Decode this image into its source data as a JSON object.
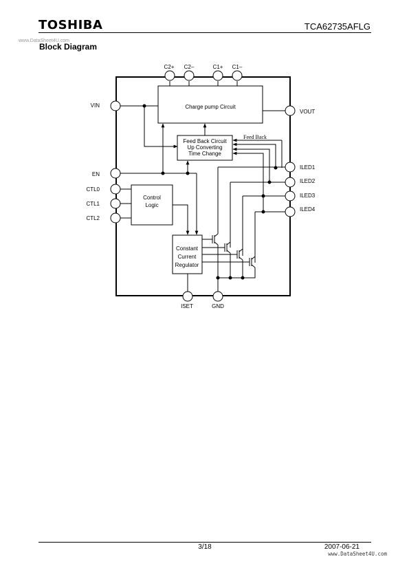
{
  "header": {
    "brand": "TOSHIBA",
    "part_number": "TCA62735AFLG",
    "watermark": "www.DataSheet4U.com"
  },
  "section_title": "Block Diagram",
  "diagram": {
    "blocks": {
      "charge_pump": "Charge pump Circuit",
      "feedback": [
        "Feed Back Circuit",
        "Up Converting",
        "Time Change"
      ],
      "control_logic": [
        "Control",
        "Logic"
      ],
      "regulator": [
        "Constant",
        "Current",
        "Regulator"
      ]
    },
    "feedback_label": "Feed Back",
    "pins": {
      "top": [
        "C2+",
        "C2–",
        "C1+",
        "C1–"
      ],
      "left": [
        "VIN",
        "EN",
        "CTL0",
        "CTL1",
        "CTL2"
      ],
      "right": [
        "VOUT",
        "ILED1",
        "ILED2",
        "ILED3",
        "ILED4"
      ],
      "bottom": [
        "ISET",
        "GND"
      ]
    }
  },
  "footer": {
    "page": "3/18",
    "date": "2007-06-21",
    "watermark": "www.DataSheet4U.com"
  }
}
